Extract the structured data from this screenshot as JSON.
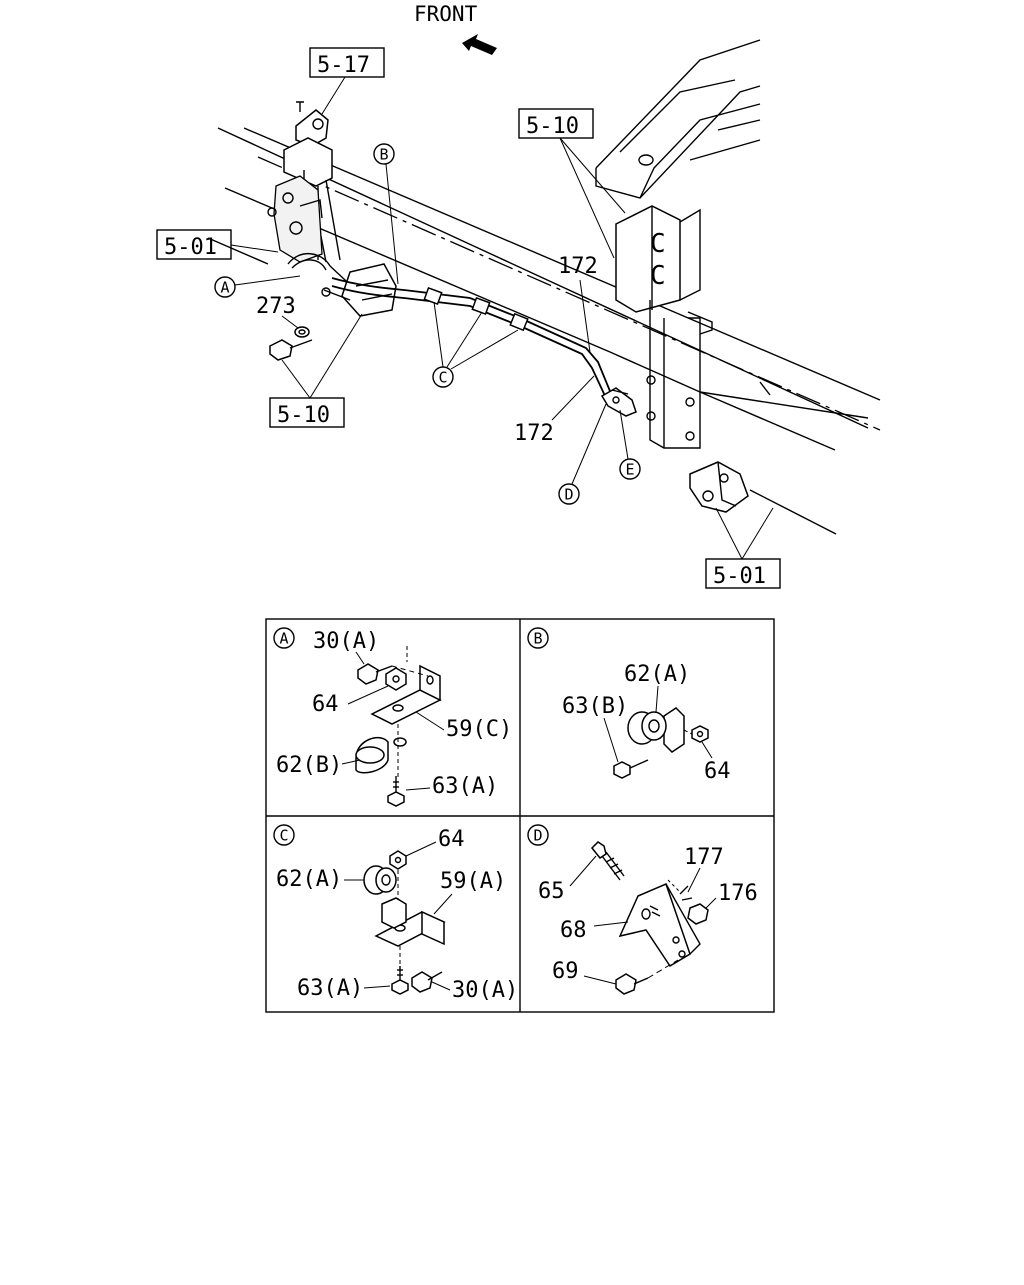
{
  "main": {
    "front_label": "FRONT",
    "refs": {
      "r517": "5-17",
      "r510_top": "5-10",
      "r501_left": "5-01",
      "r510_bottom": "5-10",
      "r501_right": "5-01"
    },
    "parts": {
      "p273": "273",
      "p172_upper": "172",
      "p172_lower": "172"
    },
    "callouts": {
      "a": "A",
      "b": "B",
      "c": "C",
      "d": "D",
      "e": "E"
    }
  },
  "details": {
    "a": {
      "letter": "A",
      "labels": {
        "l1": "30(A)",
        "l2": "64",
        "l3": "59(C)",
        "l4": "62(B)",
        "l5": "63(A)"
      }
    },
    "b": {
      "letter": "B",
      "labels": {
        "l1": "62(A)",
        "l2": "63(B)",
        "l3": "64"
      }
    },
    "c": {
      "letter": "C",
      "labels": {
        "l1": "64",
        "l2": "62(A)",
        "l3": "59(A)",
        "l4": "63(A)",
        "l5": "30(A)"
      }
    },
    "d": {
      "letter": "D",
      "labels": {
        "l1": "177",
        "l2": "65",
        "l3": "176",
        "l4": "68",
        "l5": "69"
      }
    }
  }
}
